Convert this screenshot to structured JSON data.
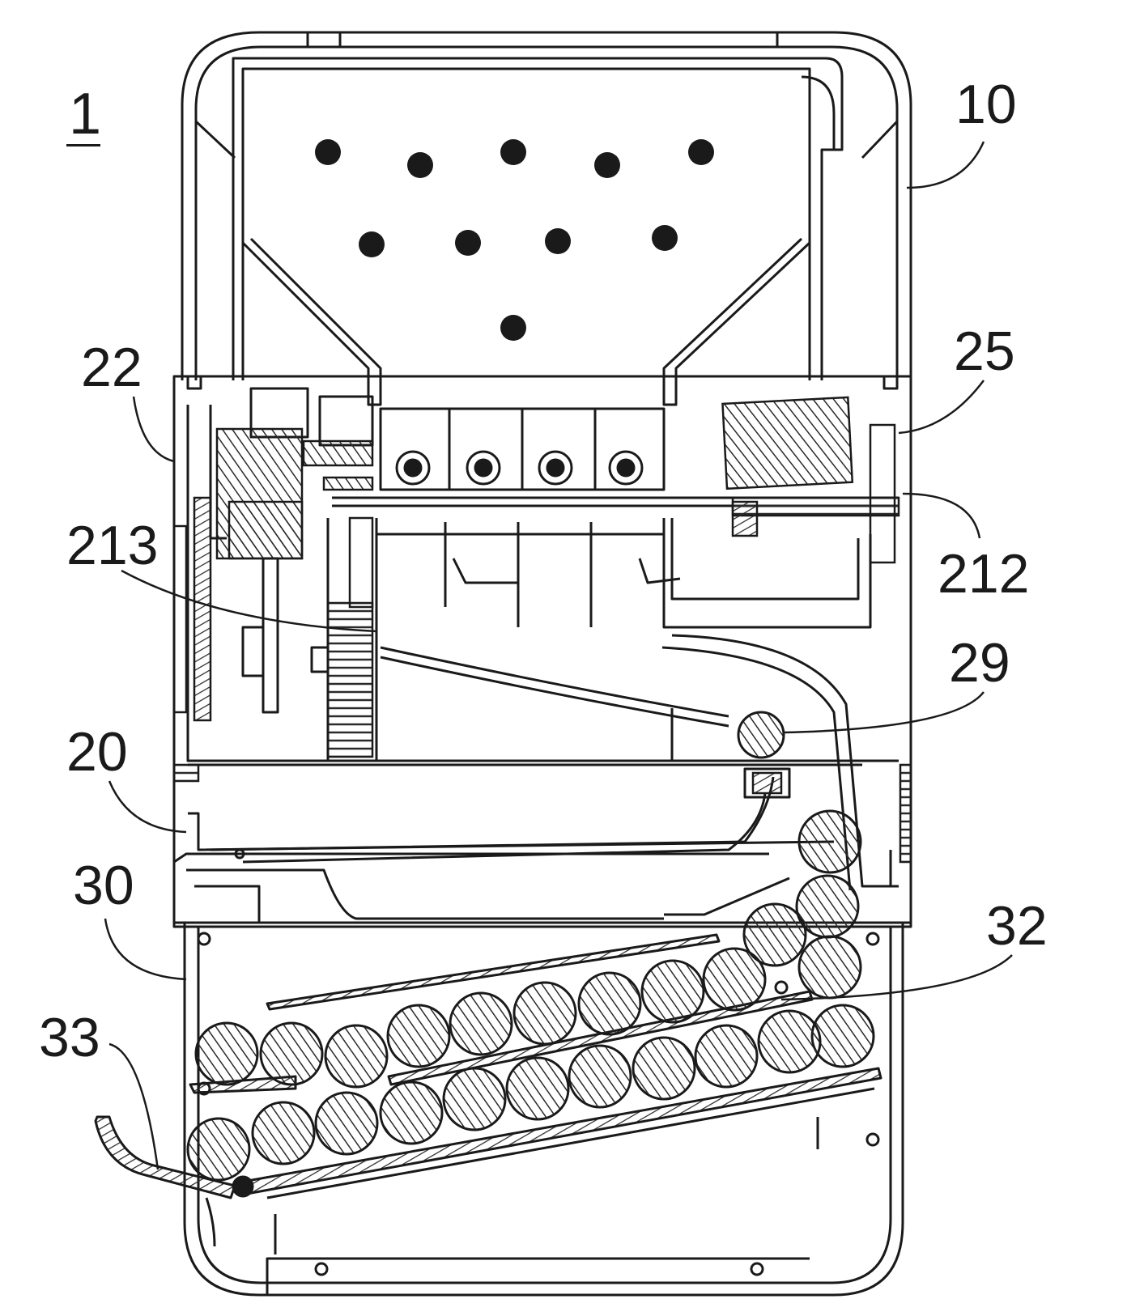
{
  "figure_label": "1",
  "callouts": {
    "c10": "10",
    "c22": "22",
    "c25": "25",
    "c213": "213",
    "c212": "212",
    "c29": "29",
    "c20": "20",
    "c30": "30",
    "c32": "32",
    "c33": "33"
  },
  "colors": {
    "ink": "#1a1a1a",
    "hatch": "#2a2a2a",
    "paper": "#ffffff"
  }
}
